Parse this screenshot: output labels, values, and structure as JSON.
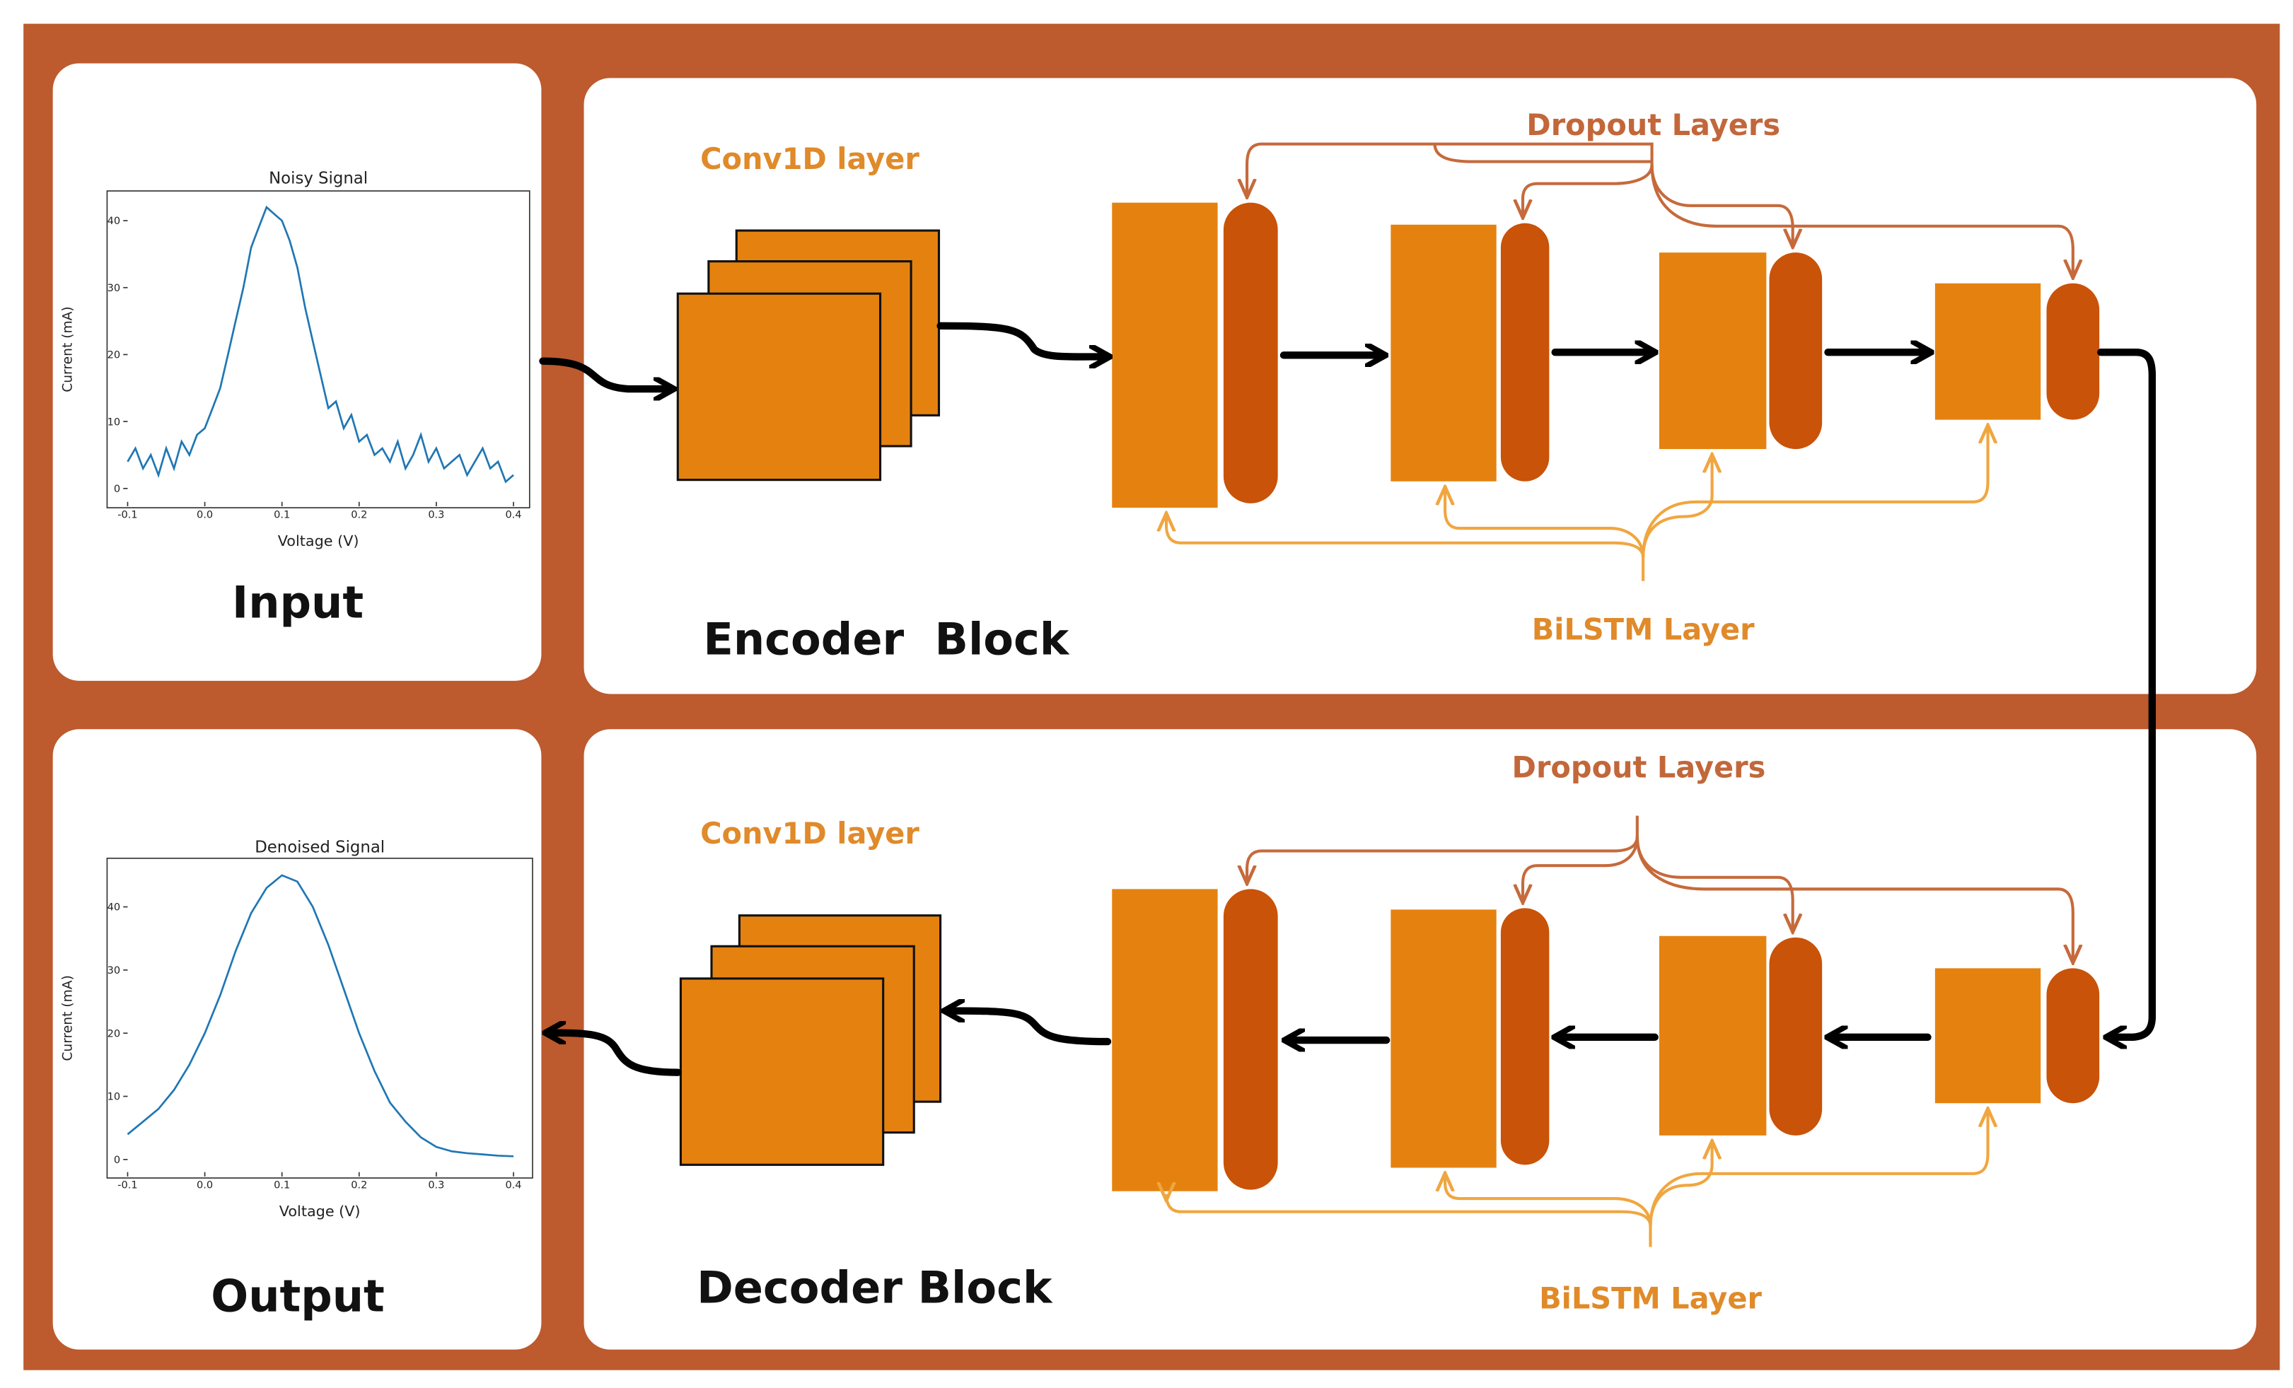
{
  "colors": {
    "frame": "#bd5a2e",
    "panel": "#ffffff",
    "layer_light": "#e5820f",
    "layer_dark": "#c95308",
    "arrow": "#000000",
    "dropout_line": "#c66a3c",
    "bilstm_line": "#f0a640",
    "label_orange": "#e08a2a",
    "label_brown": "#c2673a",
    "plot_line": "#1f77b4"
  },
  "labels": {
    "input": "Input",
    "output": "Output",
    "encoder_block": "Encoder  Block",
    "decoder_block": "Decoder Block",
    "encoder_conv": "Conv1D layer",
    "decoder_conv": "Conv1D layer",
    "encoder_dropout": "Dropout Layers",
    "decoder_dropout": "Dropout Layers",
    "encoder_bilstm": "BiLSTM Layer",
    "decoder_bilstm": "BiLSTM Layer"
  },
  "chart_data": [
    {
      "type": "line",
      "title": "Noisy Signal",
      "xlabel": "Voltage (V)",
      "ylabel": "Current (mA)",
      "xlim": [
        -0.1,
        0.4
      ],
      "ylim": [
        -2,
        44
      ],
      "xticks": [
        "-0.1",
        "0.0",
        "0.1",
        "0.2",
        "0.3",
        "0.4"
      ],
      "yticks": [
        "0",
        "10",
        "20",
        "30",
        "40"
      ],
      "x": [
        -0.1,
        -0.09,
        -0.08,
        -0.07,
        -0.06,
        -0.05,
        -0.04,
        -0.03,
        -0.02,
        -0.01,
        0.0,
        0.01,
        0.02,
        0.03,
        0.04,
        0.05,
        0.06,
        0.07,
        0.08,
        0.09,
        0.1,
        0.11,
        0.12,
        0.13,
        0.14,
        0.15,
        0.16,
        0.17,
        0.18,
        0.19,
        0.2,
        0.21,
        0.22,
        0.23,
        0.24,
        0.25,
        0.26,
        0.27,
        0.28,
        0.29,
        0.3,
        0.31,
        0.32,
        0.33,
        0.34,
        0.35,
        0.36,
        0.37,
        0.38,
        0.39,
        0.4
      ],
      "y": [
        4,
        6,
        3,
        5,
        2,
        6,
        3,
        7,
        5,
        8,
        9,
        12,
        15,
        20,
        25,
        30,
        36,
        39,
        42,
        41,
        40,
        37,
        33,
        27,
        22,
        17,
        12,
        13,
        9,
        11,
        7,
        8,
        5,
        6,
        4,
        7,
        3,
        5,
        8,
        4,
        6,
        3,
        4,
        5,
        2,
        4,
        6,
        3,
        4,
        1,
        2
      ]
    },
    {
      "type": "line",
      "title": "Denoised Signal",
      "xlabel": "Voltage (V)",
      "ylabel": "Current (mA)",
      "xlim": [
        -0.1,
        0.4
      ],
      "ylim": [
        -2,
        47
      ],
      "xticks": [
        "-0.1",
        "0.0",
        "0.1",
        "0.2",
        "0.3",
        "0.4"
      ],
      "yticks": [
        "0",
        "10",
        "20",
        "30",
        "40"
      ],
      "x": [
        -0.1,
        -0.08,
        -0.06,
        -0.04,
        -0.02,
        0.0,
        0.02,
        0.04,
        0.06,
        0.08,
        0.1,
        0.12,
        0.14,
        0.16,
        0.18,
        0.2,
        0.22,
        0.24,
        0.26,
        0.28,
        0.3,
        0.32,
        0.34,
        0.36,
        0.38,
        0.4
      ],
      "y": [
        4,
        6,
        8,
        11,
        15,
        20,
        26,
        33,
        39,
        43,
        45,
        44,
        40,
        34,
        27,
        20,
        14,
        9,
        6,
        3.5,
        2,
        1.3,
        1,
        0.8,
        0.6,
        0.5
      ]
    }
  ]
}
